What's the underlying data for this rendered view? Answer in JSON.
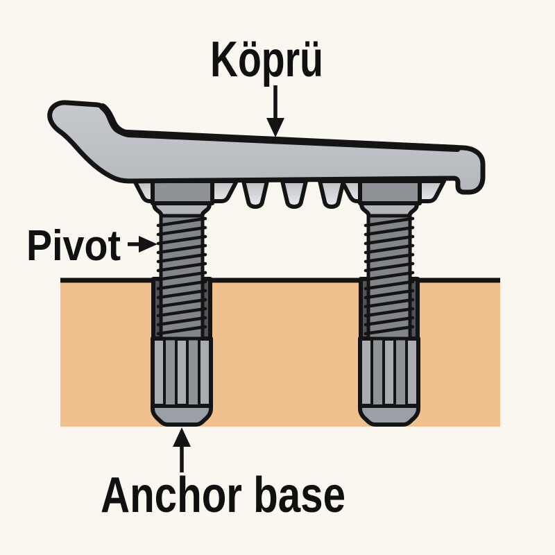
{
  "title": "Köprü",
  "labels": {
    "bridge": "Köprü",
    "pivot": "Pivot",
    "anchor": "Anchor base"
  },
  "colors": {
    "background": "#faf7f1",
    "outline": "#141414",
    "text": "#101010",
    "wood": "#f0c08d",
    "bridge_top": "#c6c9cd",
    "bridge_bottom": "#b4b8bd",
    "tooth_top": "#bcc0c4",
    "tooth_bottom": "#e8eaec",
    "block_dark": "#8e9297",
    "neck": "#b3b7bb",
    "screw": "#82868b",
    "sleeve": "#505359",
    "bushing_light": "#a9adb1",
    "bushing_mid": "#8f9397",
    "tip": "#9aa0a5"
  }
}
